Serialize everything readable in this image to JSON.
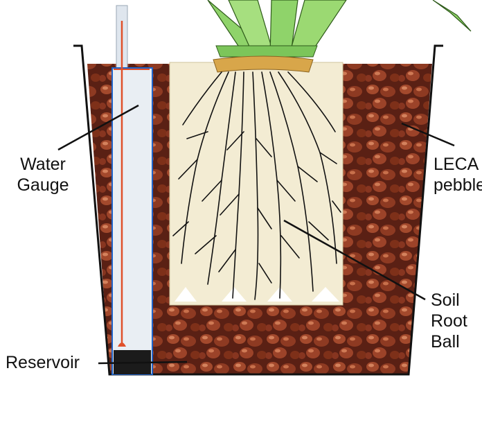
{
  "labels": {
    "water_gauge": [
      "Water",
      "Gauge"
    ],
    "leca_pebbles": [
      "LECA",
      "pebbles"
    ],
    "reservoir": "Reservoir",
    "soil_root_ball": [
      "Soil",
      "Root",
      "Ball"
    ]
  },
  "colors": {
    "pebble": "#7a2e1c",
    "pebble_light": "#b45a3a",
    "rootball": "#f3ecd3",
    "leaf": "#8fd36a",
    "gauge_tube": "#dfe6ee",
    "gauge_indicator": "#e0502a",
    "gauge_outline": "#1f63c9",
    "collar": "#d8a64a"
  }
}
